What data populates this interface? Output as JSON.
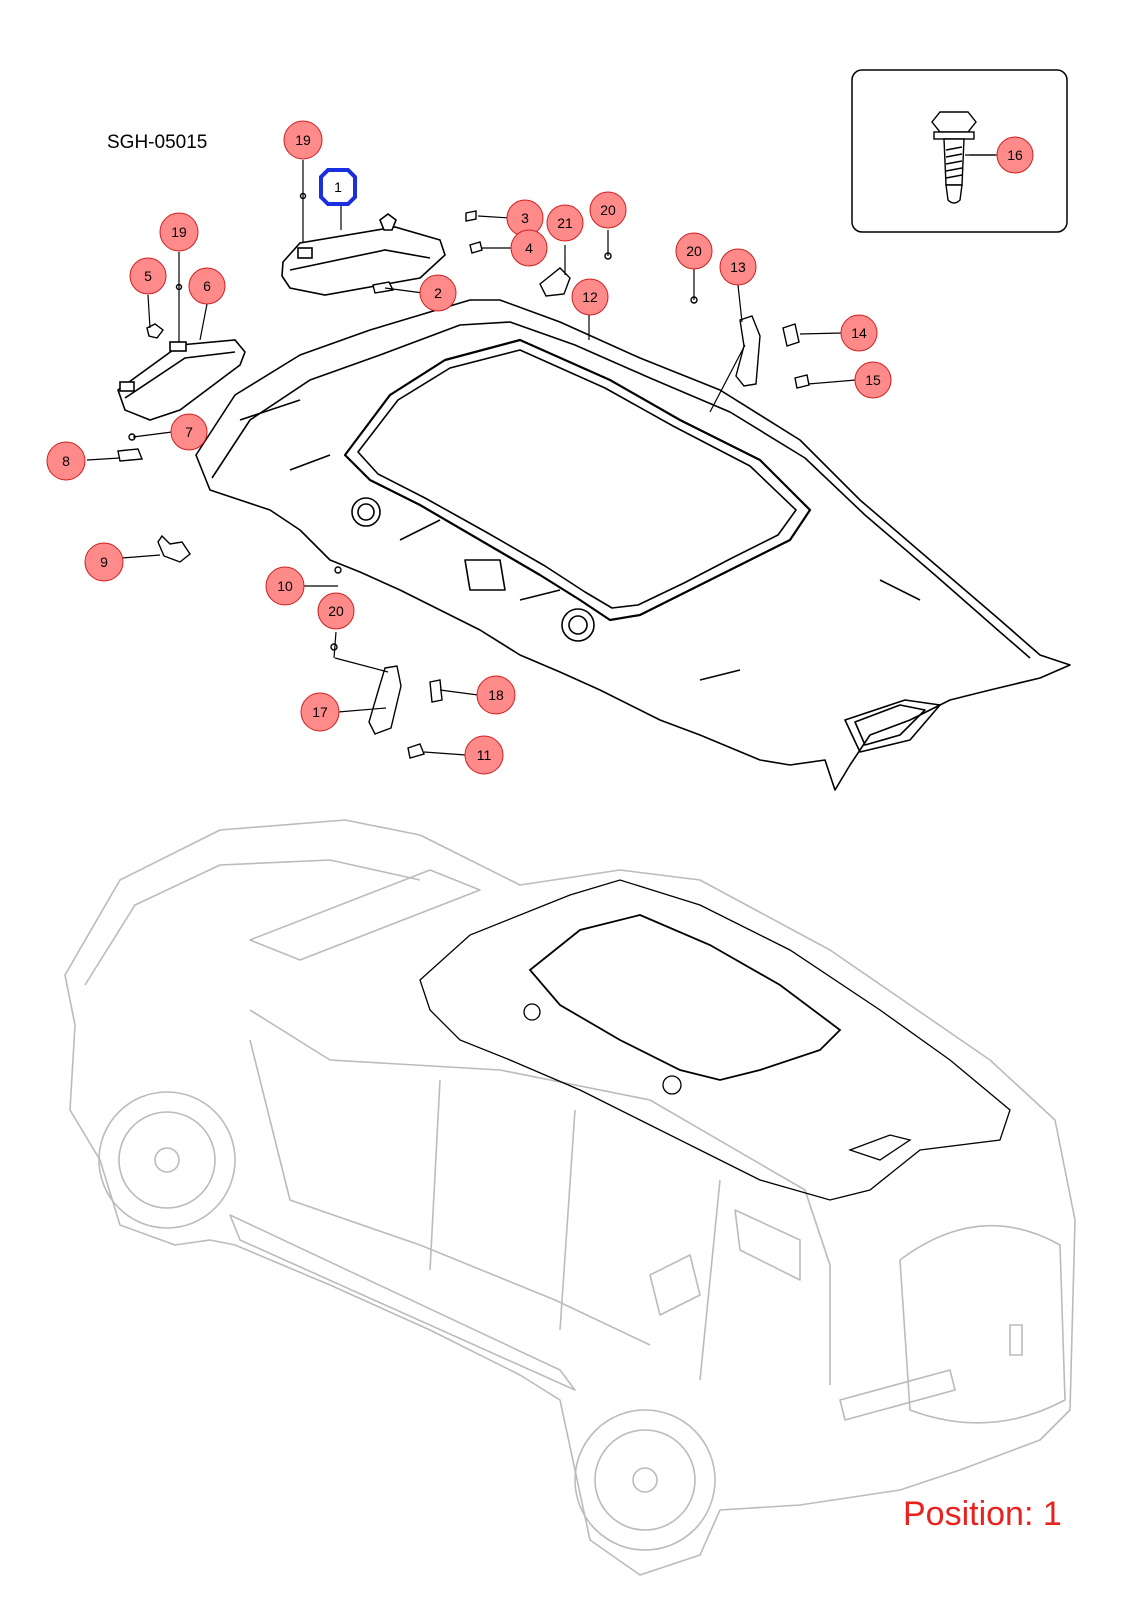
{
  "diagram_code": "SGH-05015",
  "position_label": "Position: 1",
  "selected_callout": "1",
  "colors": {
    "callout_fill": "#ff8a8a",
    "callout_stroke": "#d02020",
    "selected": "#1a2fe0",
    "position_text": "#e8231f",
    "line": "#000000",
    "vehicle_line": "#b8b8b8"
  },
  "callouts": [
    "1",
    "2",
    "3",
    "4",
    "5",
    "6",
    "7",
    "8",
    "9",
    "10",
    "11",
    "12",
    "13",
    "14",
    "15",
    "16",
    "17",
    "18",
    "19",
    "19",
    "20",
    "20",
    "20",
    "21"
  ]
}
